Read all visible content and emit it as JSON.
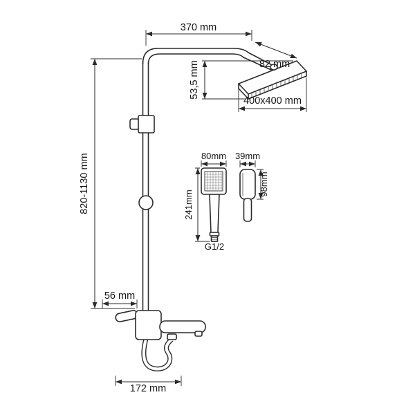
{
  "diagram": {
    "subject": "shower-column-technical-drawing",
    "background": "#ffffff",
    "line_color": "#2b2b2b",
    "dimensions": {
      "arm_reach": "370 mm",
      "head_edge": "82 mm",
      "head_drop": "53,5 mm",
      "head_size": "400x400 mm",
      "column_height": "820-1130 mm",
      "hand_shower_width": "80mm",
      "hand_shower_depth": "39mm",
      "hand_shower_length": "241mm",
      "hand_shower_head_length": "98mm",
      "connection_thread": "G1/2",
      "mixer_offset": "56 mm",
      "spout_reach": "172 mm"
    }
  }
}
